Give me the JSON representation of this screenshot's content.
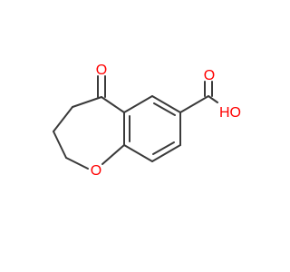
{
  "molecule": {
    "atoms": {
      "ketone_oxygen": {
        "label": "O",
        "color": "#ff0000"
      },
      "ring_oxygen": {
        "label": "O",
        "color": "#ff0000"
      },
      "carbonyl_oxygen": {
        "label": "O",
        "color": "#ff0000"
      },
      "hydroxyl": {
        "label": "HO",
        "color": "#ff0000"
      }
    },
    "bond_color": "#3a3a3a"
  }
}
